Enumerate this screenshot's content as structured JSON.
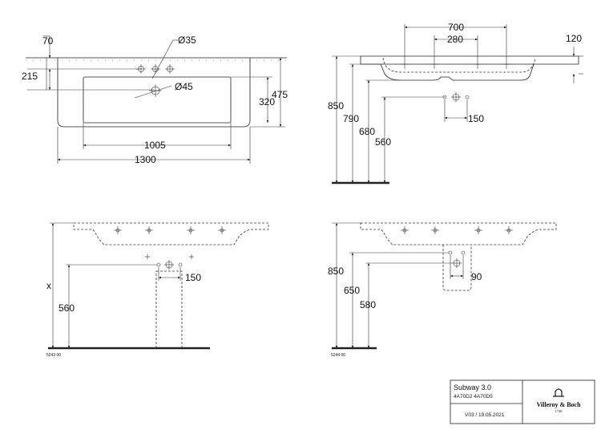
{
  "top_view": {
    "dims": {
      "d70": "70",
      "d215": "215",
      "d475": "475",
      "d320": "320",
      "d1005": "1005",
      "d1300": "1300",
      "diam35": "Ø35",
      "diam45": "Ø45"
    }
  },
  "side_view": {
    "dims": {
      "d700": "700",
      "d280": "280",
      "d120": "120",
      "d850": "850",
      "d790": "790",
      "d680": "680",
      "d560": "560",
      "d150": "150"
    }
  },
  "front_view_a": {
    "dims": {
      "x": "x",
      "d560": "560",
      "d150": "150"
    },
    "code": "5243 00"
  },
  "front_view_b": {
    "dims": {
      "d850": "850",
      "d650": "650",
      "d580": "580",
      "d90": "90"
    },
    "code": "5244 00"
  },
  "title_block": {
    "product": "Subway 3.0",
    "codes": "4A70D2 4A70D5",
    "version": "V03 / 19.05.2021",
    "brand": "Villeroy & Boch",
    "brand_year": "1748"
  }
}
